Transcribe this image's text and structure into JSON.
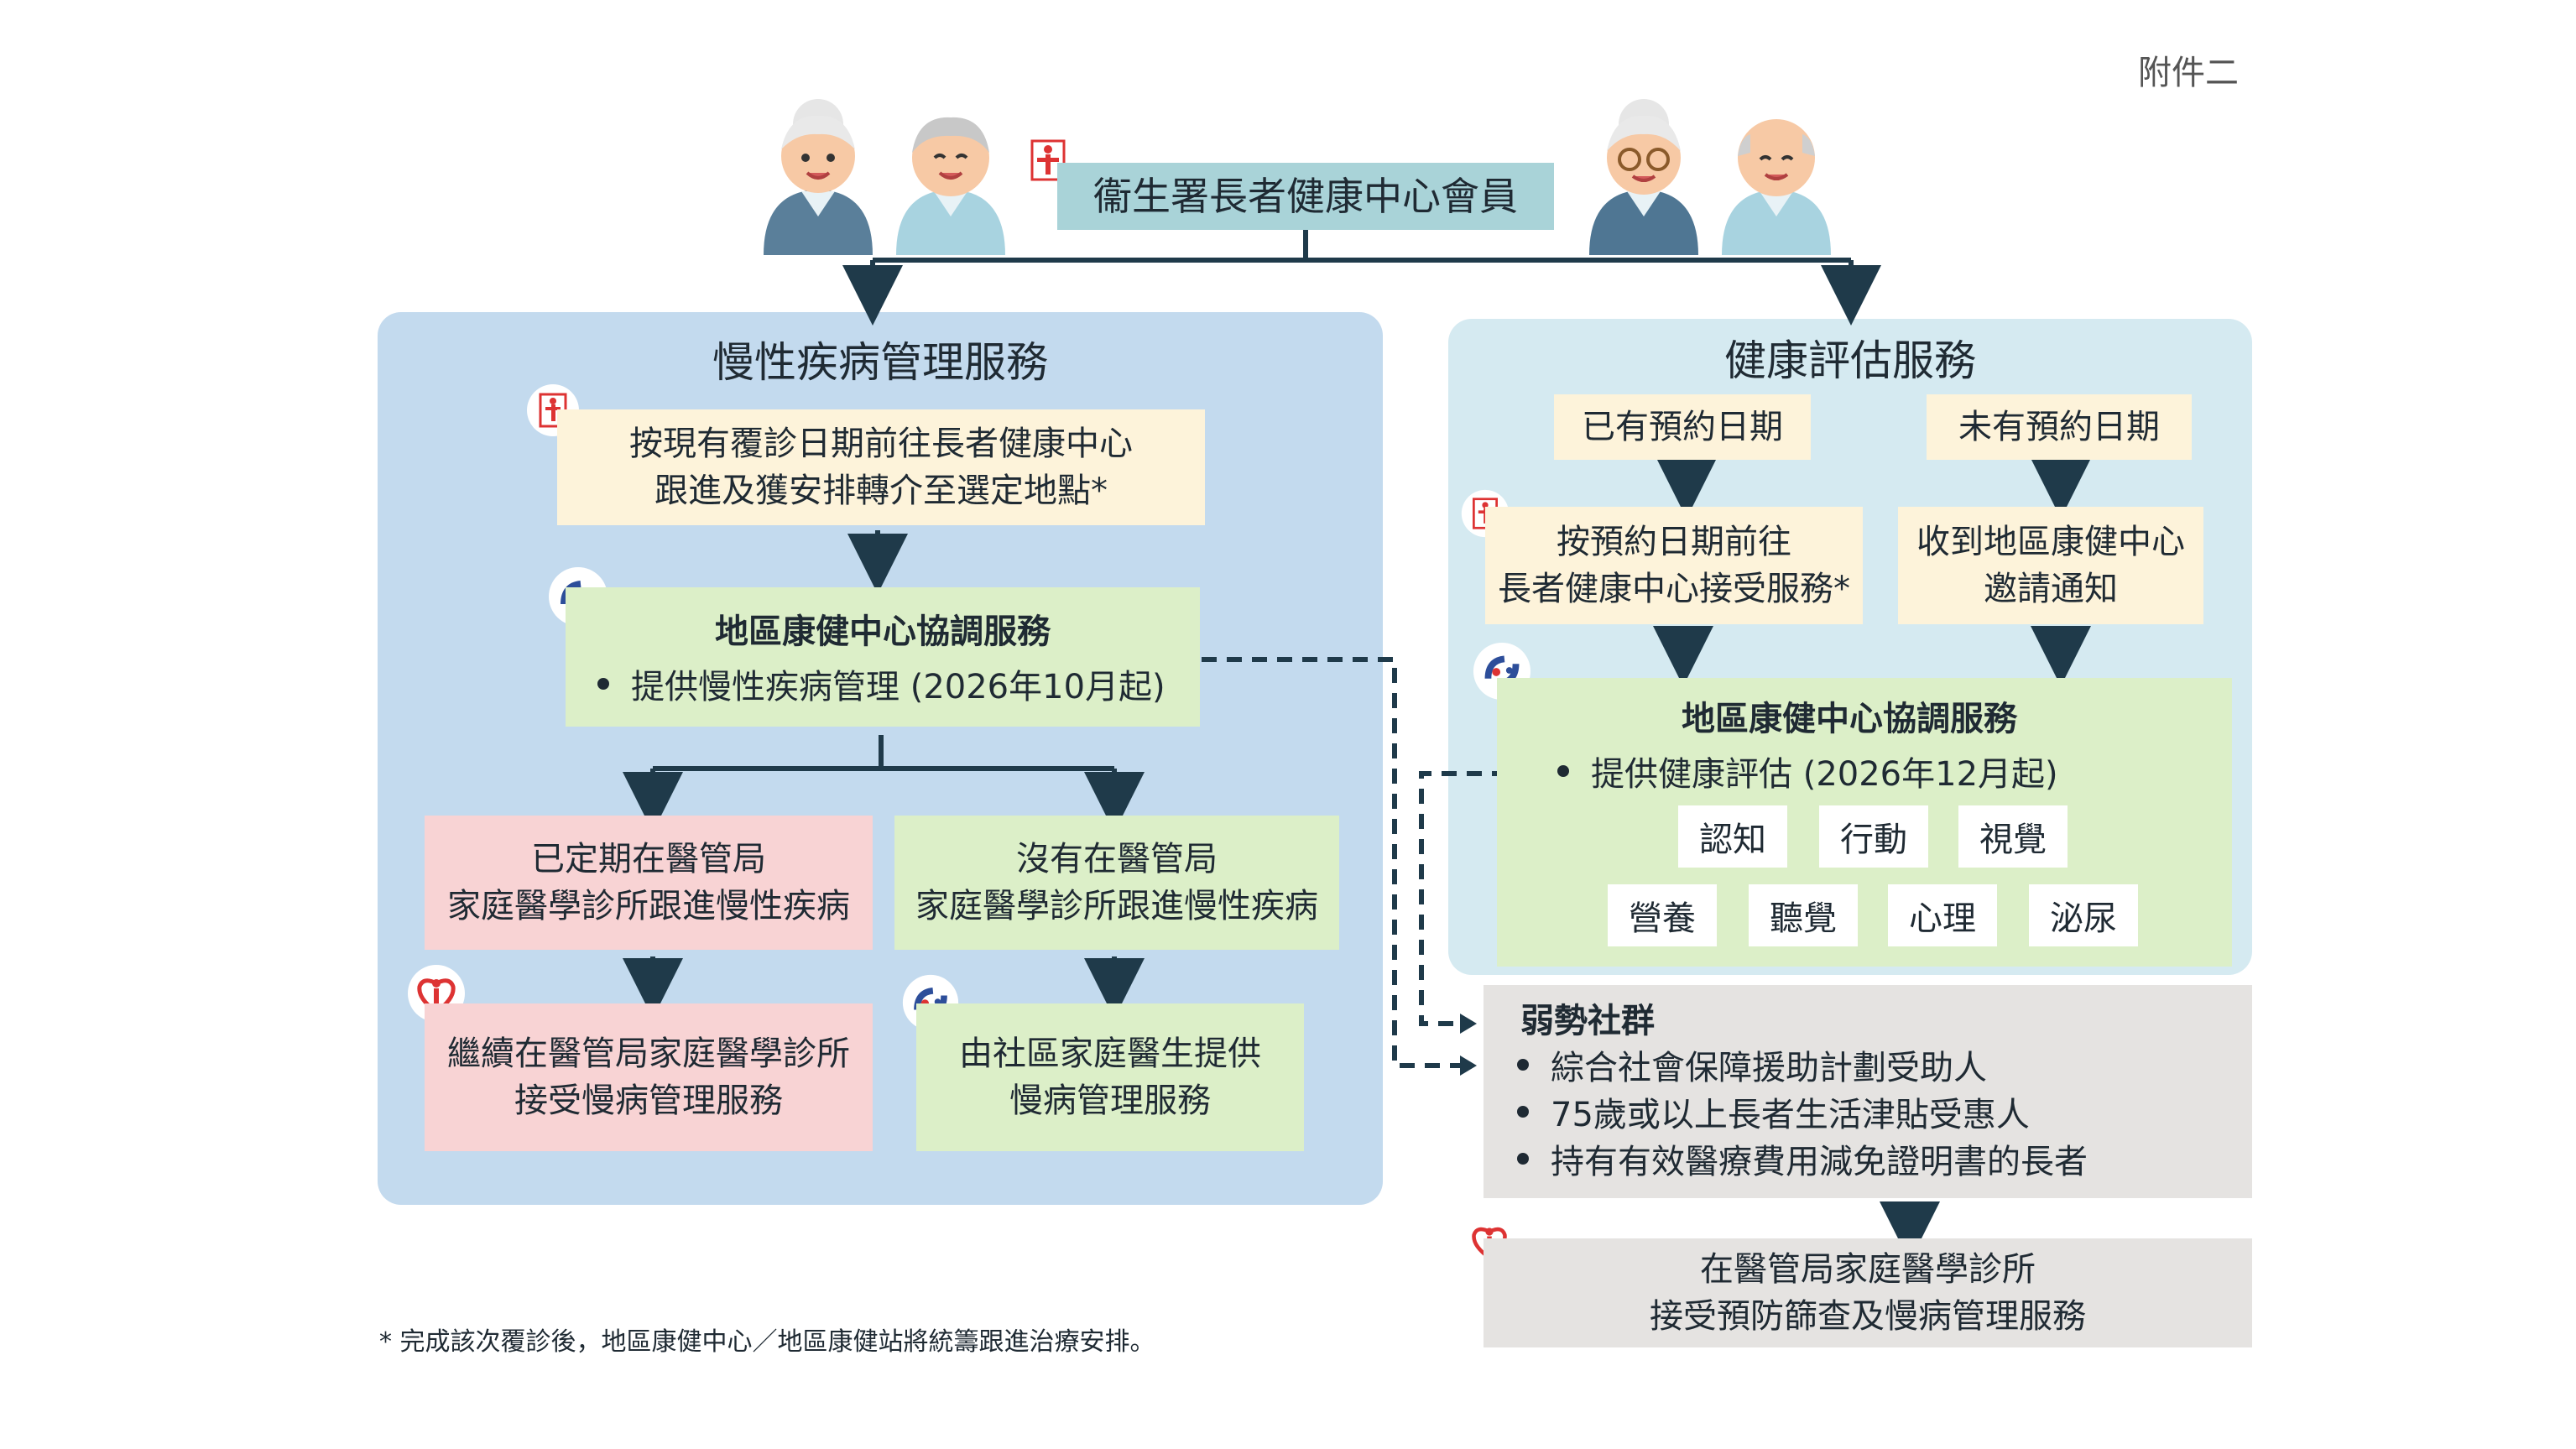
{
  "annex_label": "附件二",
  "top_member_label": "衞生署長者健康中心會員",
  "chronic": {
    "title": "慢性疾病管理服務",
    "step1": [
      "按現有覆診日期前往長者健康中心",
      "跟進及獲安排轉介至選定地點*"
    ],
    "dhc_title": "地區康健中心協調服務",
    "dhc_bullet": "提供慢性疾病管理 (2026年10月起)",
    "branch_a": [
      "已定期在醫管局",
      "家庭醫學診所跟進慢性疾病"
    ],
    "branch_b": [
      "沒有在醫管局",
      "家庭醫學診所跟進慢性疾病"
    ],
    "result_a": [
      "繼續在醫管局家庭醫學診所",
      "接受慢病管理服務"
    ],
    "result_b": [
      "由社區家庭醫生提供",
      "慢病管理服務"
    ]
  },
  "health": {
    "title": "健康評估服務",
    "has_date": "已有預約日期",
    "no_date": "未有預約日期",
    "step_a": [
      "按預約日期前往",
      "長者健康中心接受服務*"
    ],
    "step_b": [
      "收到地區康健中心",
      "邀請通知"
    ],
    "dhc_title": "地區康健中心協調服務",
    "dhc_bullet": "提供健康評估 (2026年12月起)",
    "chips_row1": [
      "認知",
      "行動",
      "視覺"
    ],
    "chips_row2": [
      "營養",
      "聽覺",
      "心理",
      "泌尿"
    ]
  },
  "vulnerable": {
    "title": "弱勢社群",
    "bullets": [
      "綜合社會保障援助計劃受助人",
      "75歲或以上長者生活津貼受惠人",
      "持有有效醫療費用減免證明書的長者"
    ]
  },
  "final_box": [
    "在醫管局家庭醫學診所",
    "接受預防篩查及慢病管理服務"
  ],
  "footnote": "* 完成該次覆診後，地區康健中心／地區康健站將統籌跟進治療安排。",
  "colors": {
    "chronic_panel": "#c3daee",
    "health_panel": "#d5eaf1",
    "cream_box": "#fdf3da",
    "green_box": "#dcefc8",
    "pink_box": "#f8d3d4",
    "grey_box": "#e5e3e1",
    "member_bar": "#a9d3d8",
    "connector": "#1f3a4a"
  }
}
